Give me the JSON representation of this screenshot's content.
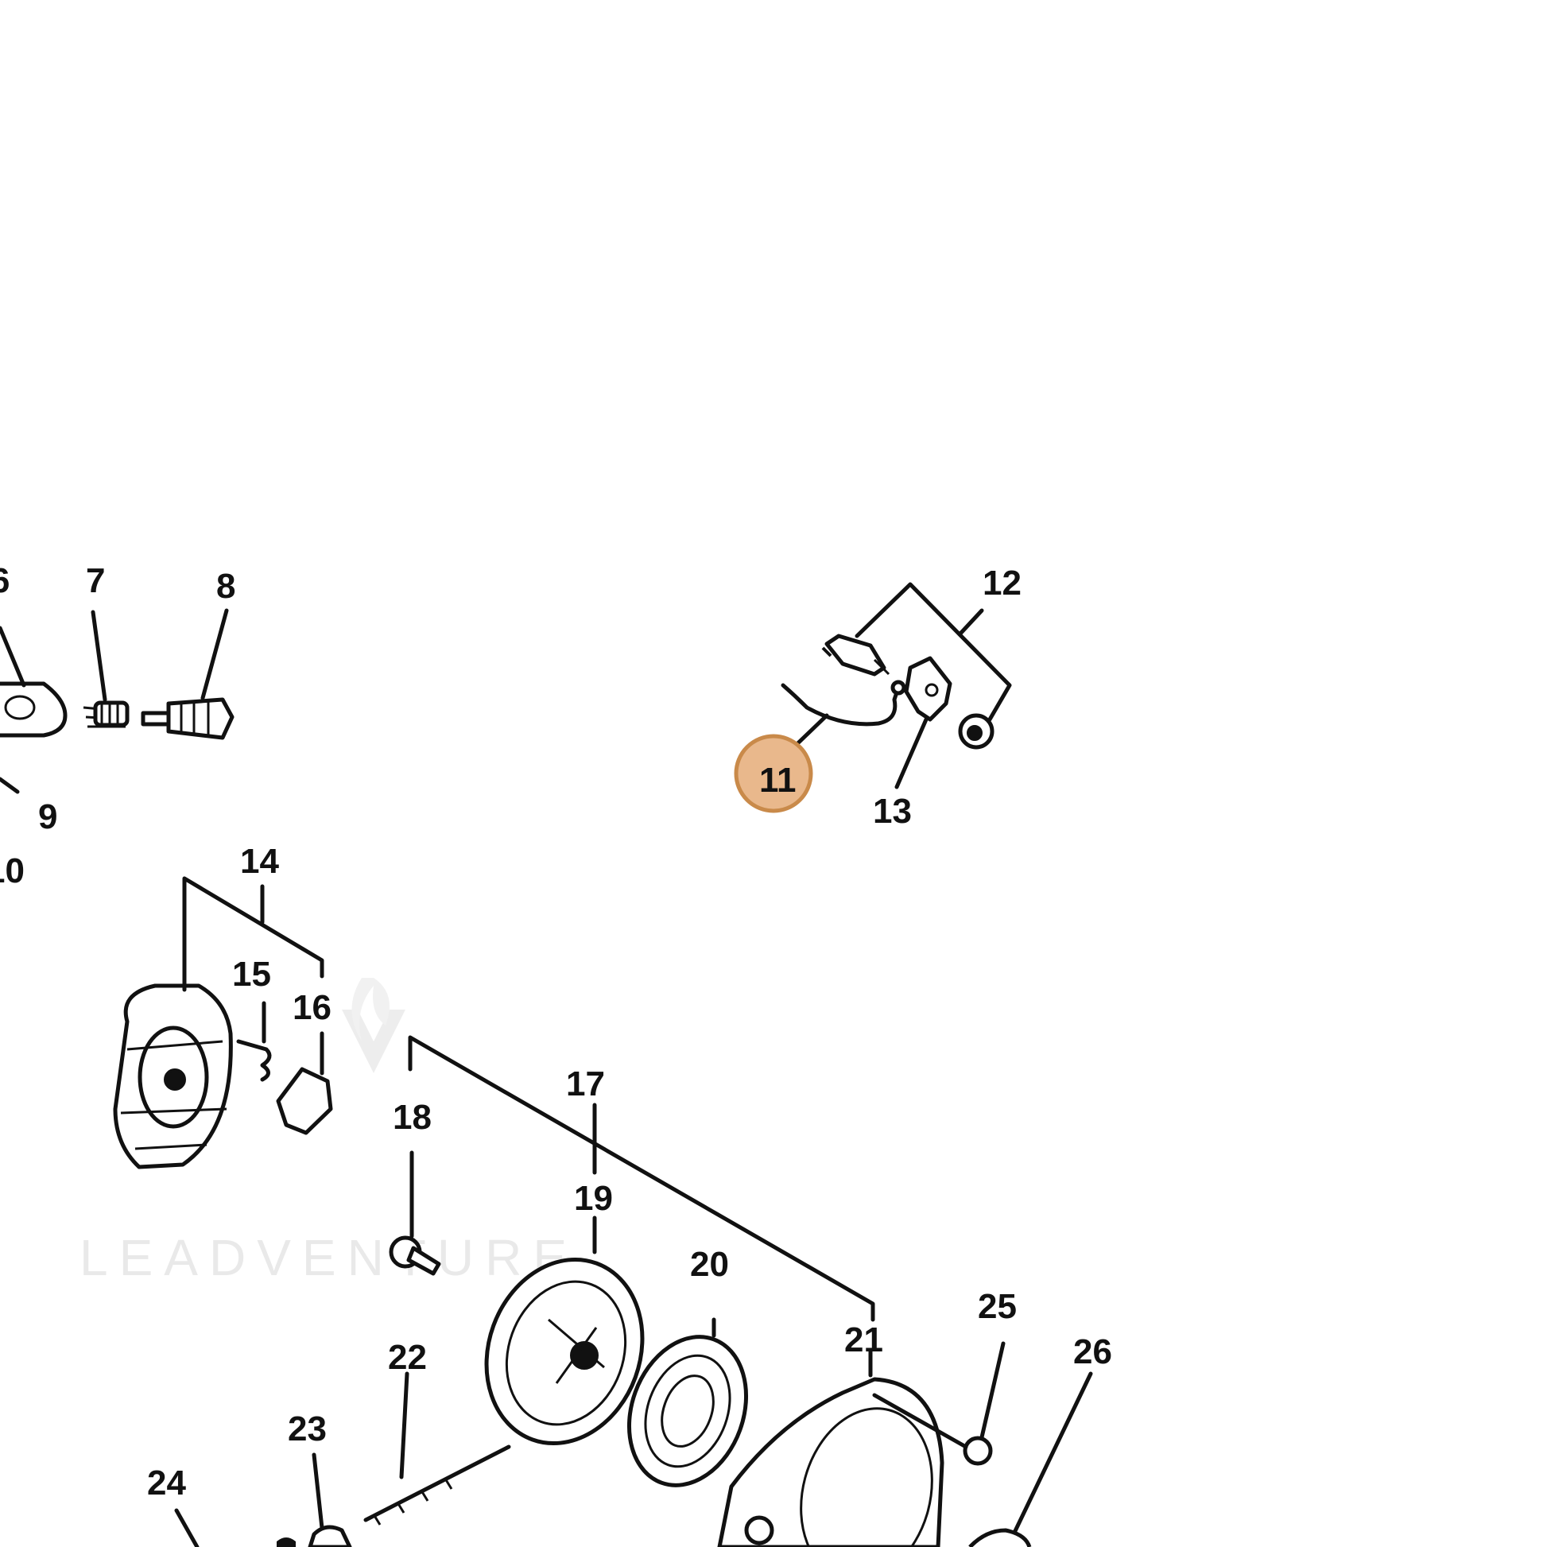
{
  "watermark": {
    "text": "LEADVENTURE"
  },
  "highlight": {
    "label": "11",
    "color": "#e9b88c",
    "border": "#c98a4a"
  },
  "callouts": {
    "c7": "7",
    "c8": "8",
    "c9": "9",
    "c12": "12",
    "c13": "13",
    "c14": "14",
    "c15": "15",
    "c16": "16",
    "c17": "17",
    "c18": "18",
    "c19": "19",
    "c20": "20",
    "c21": "21",
    "c22": "22",
    "c23": "23",
    "c24": "24",
    "c25": "25",
    "c26": "26"
  },
  "partial": {
    "c6": "6",
    "c10": "10"
  }
}
